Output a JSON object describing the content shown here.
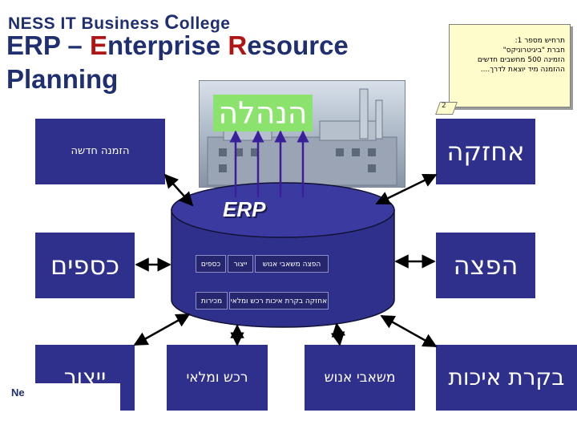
{
  "brand": {
    "ness_it": "NESS IT B",
    "usiness": "usiness ",
    "c": "C",
    "ollege": "ollege"
  },
  "title": {
    "erp": "ERP – ",
    "e": "E",
    "nterprise": "nterprise ",
    "r": "R",
    "esource": "esource",
    "line2": "Planning"
  },
  "note": {
    "line1": "תרחיש מספר 1:",
    "line2": "חברת \"ביגיטרוניקס\"",
    "line3": "הזמינה 500 מחשבים חדשים",
    "line4": "ההזמנה מיד יוצאת לדרך....",
    "page_number": "2"
  },
  "management": {
    "label": "הנהלה"
  },
  "new_order": {
    "label": "הזמנה חדשה"
  },
  "modules": {
    "maintenance": "אחזקה",
    "finance": "כספים",
    "distribution": "הפצה",
    "production": "ייצור",
    "procurement": "רכש ומלאי",
    "hr": "משאבי אנוש",
    "quality": "בקרת איכות"
  },
  "erp": {
    "label": "ERP",
    "inner": {
      "distribution_hr": "הפצה משאבי אנוש",
      "production": "ייצור",
      "finance": "כספים",
      "maint_quality_proc": "אחזקה בקרת איכות רכש ומלאי",
      "sales": "מכירות"
    }
  },
  "footer": {
    "text": "Ne"
  },
  "colors": {
    "brand_blue": "#1f2f70",
    "accent_red": "#b01515",
    "module_blue": "#2f2f8c",
    "mgmt_green": "#8be26c",
    "note_yellow": "#fffccc"
  }
}
